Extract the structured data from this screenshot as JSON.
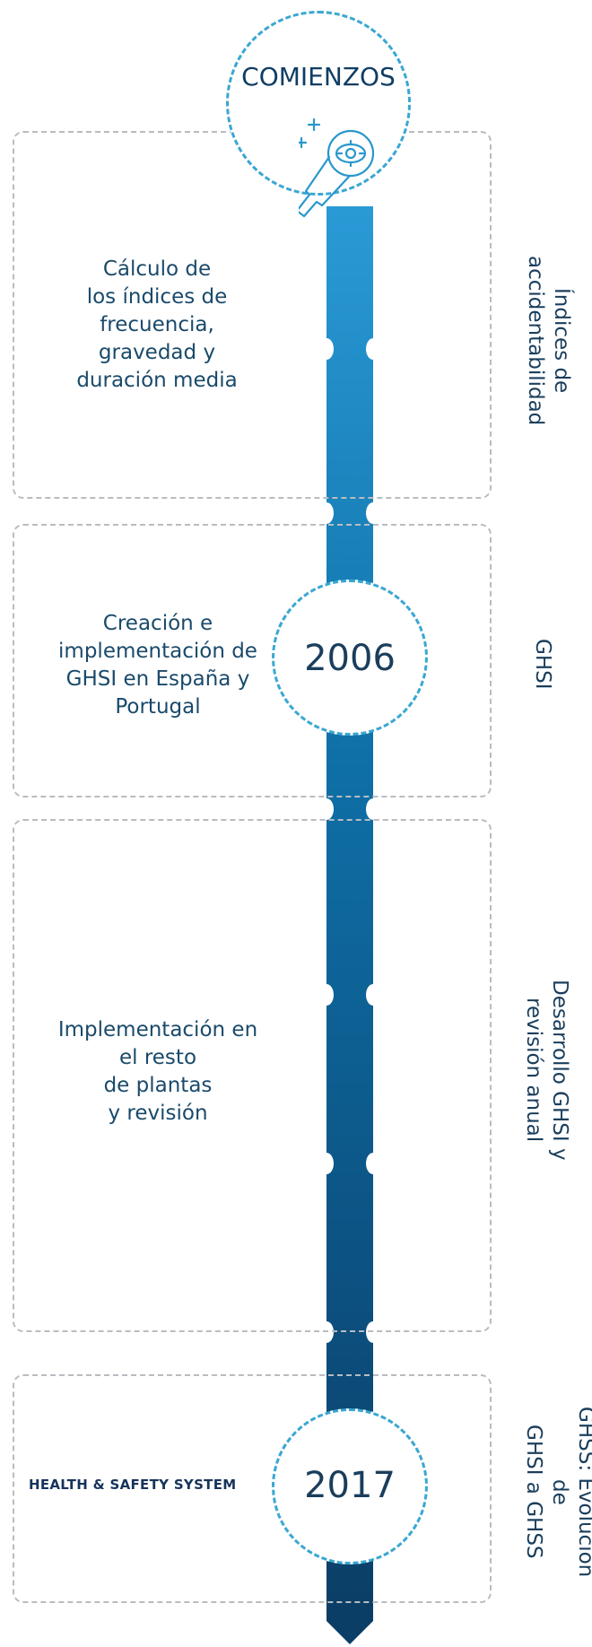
{
  "start": {
    "label": "COMIENZOS",
    "icon": "eye-dropper-icon"
  },
  "sections": [
    {
      "text": "Cálculo de\nlos índices de\nfrecuencia,\ngravedad y\nduración media",
      "side_label": "Índices de\naccidentabilidad"
    },
    {
      "text": "Creación e\nimplementación de\nGHSI en España y\nPortugal",
      "side_label": "GHSI",
      "year": "2006"
    },
    {
      "text": "Implementación en\nel resto\nde plantas\ny revisión",
      "side_label": "Desarrollo GHSI y\nrevisión anual"
    },
    {
      "brand_text": "HEALTH & SAFETY SYSTEM",
      "side_label": "GHSS: Evolución de\nGHSI a GHSS",
      "year": "2017"
    }
  ],
  "colors": {
    "spine_top": "#2a9ad6",
    "spine_bottom": "#0b3e66",
    "circle_border": "#3aa7d2",
    "card_border": "#b9bcc0",
    "text": "#1a4a6b"
  }
}
